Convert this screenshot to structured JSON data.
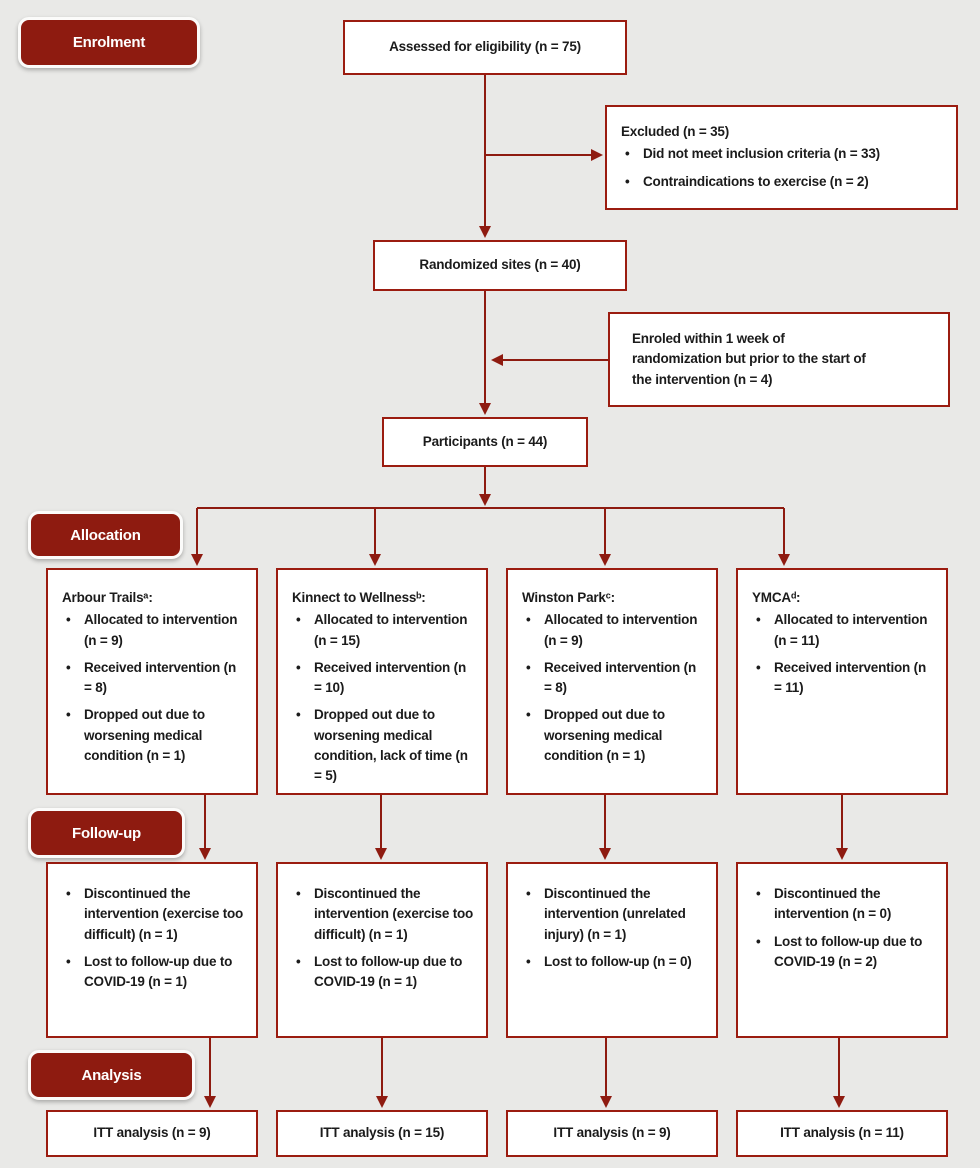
{
  "colors": {
    "accent_red": "#8e1b10",
    "box_border_red": "#9b1c10",
    "background": "#e9e9e7",
    "box_background": "#ffffff",
    "text": "#1b1b1b",
    "stage_label_text": "#ffffff"
  },
  "stages": [
    {
      "label": "Enrolment"
    },
    {
      "label": "Allocation"
    },
    {
      "label": "Follow-up"
    },
    {
      "label": "Analysis"
    }
  ],
  "enrolment": {
    "assessed_label": "Assessed for eligibility (n = 75)",
    "excluded_title": "Excluded (n = 35)",
    "excluded_bullets": [
      "Did not meet inclusion criteria (n = 33)",
      "Contraindications to exercise (n = 2)"
    ],
    "randomized_label": "Randomized sites (n = 40)",
    "enroled_note": "Enroled within 1 week of randomization but prior to the start of the intervention (n = 4)",
    "participants_label": "Participants (n = 44)"
  },
  "allocation_groups": [
    {
      "title": "Arbour Trailsᵃ:",
      "bullets": [
        "Allocated to intervention (n = 9)",
        "Received intervention (n = 8)",
        "Dropped out due to worsening medical condition (n = 1)"
      ]
    },
    {
      "title": "Kinnect to Wellnessᵇ:",
      "bullets": [
        "Allocated to intervention (n = 15)",
        "Received intervention (n = 10)",
        "Dropped out due to worsening medical condition, lack of time (n = 5)"
      ]
    },
    {
      "title": "Winston Parkᶜ:",
      "bullets": [
        "Allocated to intervention (n = 9)",
        "Received intervention (n = 8)",
        "Dropped out due to worsening medical condition (n = 1)"
      ]
    },
    {
      "title": "YMCAᵈ:",
      "bullets": [
        "Allocated to intervention (n = 11)",
        "Received intervention (n = 11)"
      ]
    }
  ],
  "followup_groups": [
    {
      "bullets": [
        "Discontinued the intervention (exercise too difficult) (n = 1)",
        "Lost to follow-up due to COVID-19 (n = 1)"
      ]
    },
    {
      "bullets": [
        "Discontinued the intervention (exercise too difficult) (n = 1)",
        "Lost to follow-up due to COVID-19 (n = 1)"
      ]
    },
    {
      "bullets": [
        "Discontinued the intervention (unrelated injury) (n = 1)",
        "Lost to follow-up (n = 0)"
      ]
    },
    {
      "bullets": [
        "Discontinued the intervention (n = 0)",
        "Lost to follow-up due to COVID-19 (n = 2)"
      ]
    }
  ],
  "analysis_groups": [
    {
      "label": "ITT analysis (n = 9)"
    },
    {
      "label": "ITT analysis (n = 15)"
    },
    {
      "label": "ITT analysis (n = 9)"
    },
    {
      "label": "ITT analysis (n = 11)"
    }
  ]
}
